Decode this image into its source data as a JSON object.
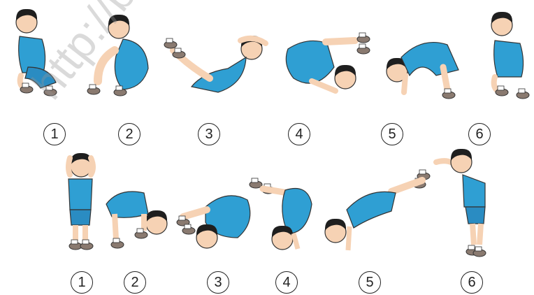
{
  "watermark": "http://bsc",
  "colors": {
    "shirt": "#2f9fd3",
    "shirt_shade": "#1f7fae",
    "shorts": "#2a8cc2",
    "skin": "#f6d2b4",
    "hair": "#1f1f1f",
    "shoe": "#8a7a70"
  },
  "row_top": {
    "labels": [
      "1",
      "2",
      "3",
      "4",
      "5",
      "6"
    ],
    "poses": [
      "crouch",
      "tuck-roll",
      "back-roll",
      "shoulder-roll",
      "back-bridge",
      "crouch"
    ]
  },
  "row_bottom": {
    "labels": [
      "1",
      "2",
      "3",
      "4",
      "5",
      "6"
    ],
    "poses": [
      "stand-arms-up",
      "forward-bend",
      "forward-roll",
      "inverted-roll",
      "backbend",
      "stand-lean-back"
    ]
  }
}
